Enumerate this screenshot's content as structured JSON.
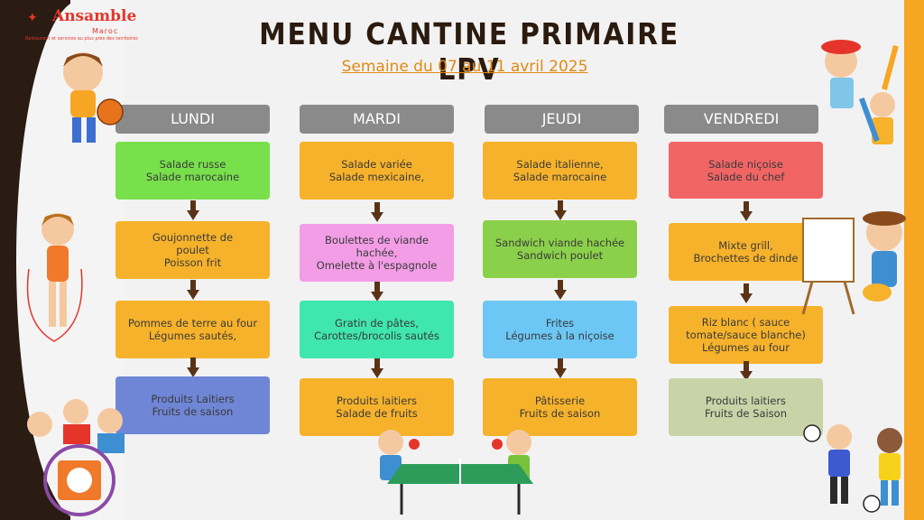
{
  "logo": {
    "brand": "Ansamble",
    "sub": "Maroc",
    "tagline": "Restaurant et services au plus près des territoires"
  },
  "header": {
    "title": "MENU CANTINE PRIMAIRE LPV",
    "subtitle": "Semaine du 07 au 11 avril 2025"
  },
  "days": [
    {
      "name": "LUNDI",
      "items": [
        "Salade russe\nSalade marocaine",
        "Goujonnette de\npoulet\nPoisson frit",
        "Pommes de terre au four\nLégumes sautés,",
        "Produits Laitiers\nFruits de saison"
      ]
    },
    {
      "name": "MARDI",
      "items": [
        "Salade variée\nSalade mexicaine,",
        "Boulettes de viande\nhachée,\nOmelette à l'espagnole",
        "Gratin de pâtes,\nCarottes/brocolis sautés",
        "Produits laitiers\nSalade de fruits"
      ]
    },
    {
      "name": "JEUDI",
      "items": [
        "Salade italienne,\nSalade marocaine",
        "Sandwich viande hachée\nSandwich poulet",
        "Frites\nLégumes à la niçoise",
        "Pâtisserie\nFruits de saison"
      ]
    },
    {
      "name": "VENDREDI",
      "items": [
        "Salade niçoise\nSalade du chef",
        "Mixte grill,\nBrochettes de dinde",
        "Riz blanc ( sauce\ntomate/sauce blanche)\nLégumes au four",
        "Produits laitiers\nFruits de Saison"
      ]
    }
  ],
  "colors": {
    "header_gray": "#8a8a8a",
    "arrow_brown": "#5a3317",
    "title_brown": "#2b1a0e",
    "subtitle_orange": "#e08a12",
    "boxes": [
      [
        "#77e04b",
        "#f6b22b",
        "#f6b22b",
        "#6f86d6"
      ],
      [
        "#f6b22b",
        "#f29de6",
        "#3fe6ad",
        "#f6b22b"
      ],
      [
        "#f6b22b",
        "#8bd04a",
        "#6cc7f5",
        "#f6b22b"
      ],
      [
        "#f26565",
        "#f6b22b",
        "#f6b22b",
        "#c8d3a8"
      ]
    ]
  },
  "illustrations": [
    "basketball-kid-icon",
    "jump-rope-girl-icon",
    "kids-lunch-plate-icon",
    "painter-kids-pencils-icon",
    "painter-boy-easel-icon",
    "ping-pong-kids-icon",
    "football-kids-icon"
  ]
}
